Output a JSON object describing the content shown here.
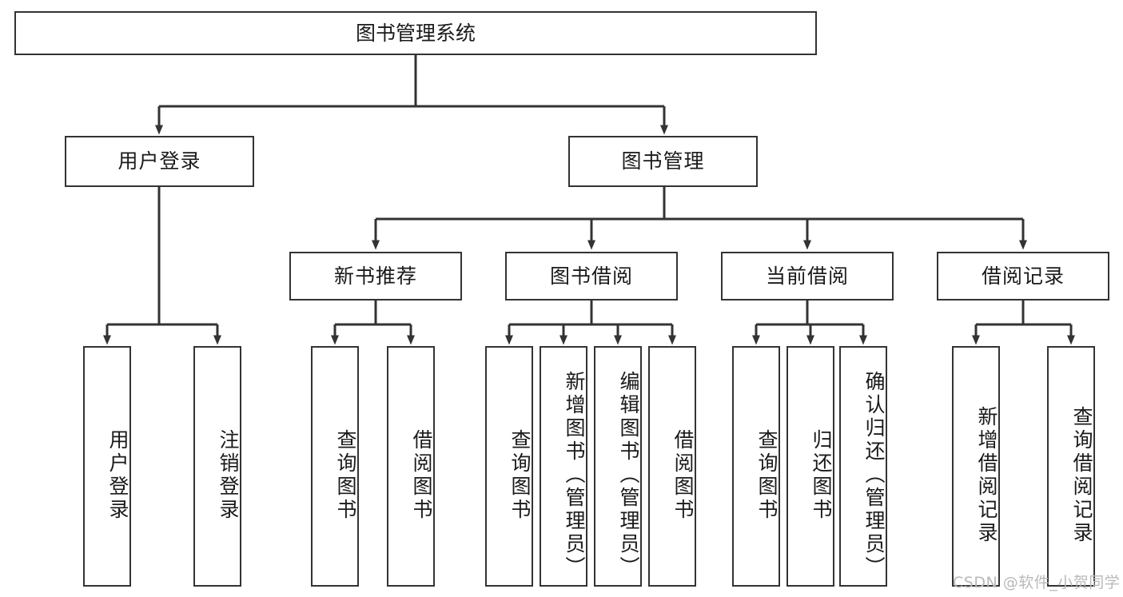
{
  "diagram": {
    "type": "tree",
    "title": "图书管理系统",
    "watermark": "CSDN @软件_小贺同学",
    "colors": {
      "box_border": "#333333",
      "box_fill": "#ffffff",
      "connector": "#333333",
      "text": "#1a1a1a",
      "watermark": "#b9b9b9"
    },
    "levels": {
      "root": {
        "label": "图书管理系统"
      },
      "level2": [
        {
          "label": "用户登录"
        },
        {
          "label": "图书管理"
        }
      ],
      "level3": [
        {
          "label": "新书推荐"
        },
        {
          "label": "图书借阅"
        },
        {
          "label": "当前借阅"
        },
        {
          "label": "借阅记录"
        }
      ],
      "leaves": [
        {
          "label": "用户登录",
          "parent": "用户登录"
        },
        {
          "label": "注销登录",
          "parent": "用户登录"
        },
        {
          "label": "查询图书",
          "parent": "新书推荐"
        },
        {
          "label": "借阅图书",
          "parent": "新书推荐"
        },
        {
          "label": "查询图书",
          "parent": "图书借阅"
        },
        {
          "label": "新增图书（管理员）",
          "parent": "图书借阅"
        },
        {
          "label": "编辑图书（管理员）",
          "parent": "图书借阅"
        },
        {
          "label": "借阅图书",
          "parent": "图书借阅"
        },
        {
          "label": "查询图书",
          "parent": "当前借阅"
        },
        {
          "label": "归还图书",
          "parent": "当前借阅"
        },
        {
          "label": "确认归还（管理员）",
          "parent": "当前借阅"
        },
        {
          "label": "新增借阅记录",
          "parent": "借阅记录"
        },
        {
          "label": "查询借阅记录",
          "parent": "借阅记录"
        }
      ]
    }
  }
}
